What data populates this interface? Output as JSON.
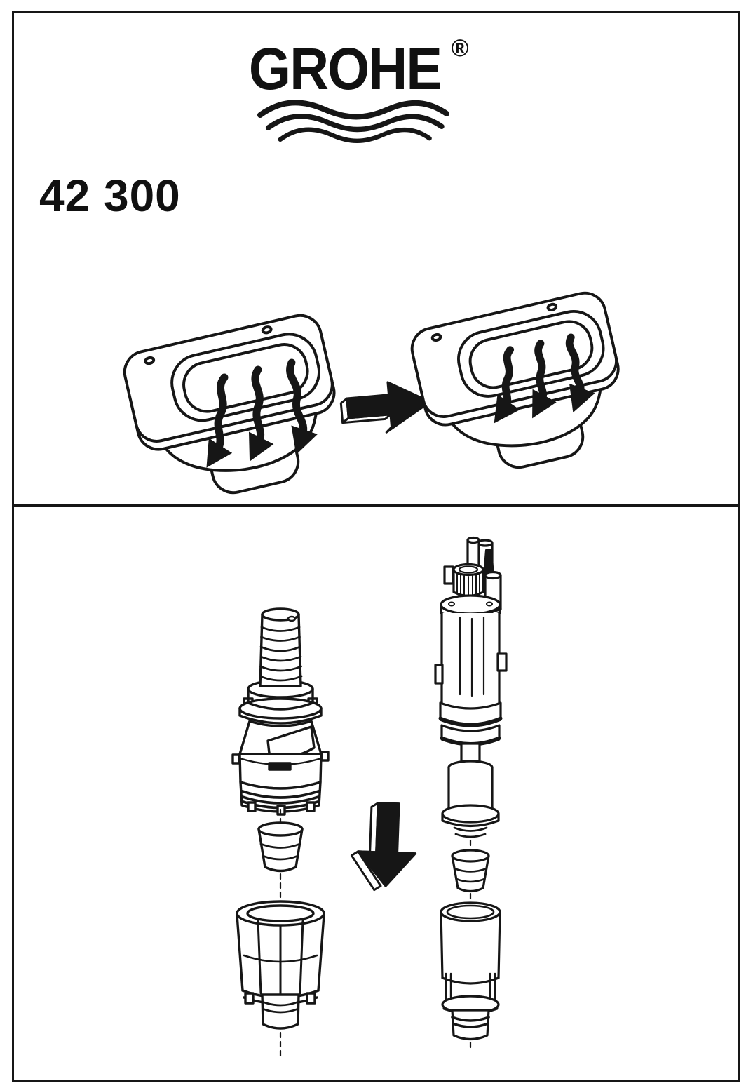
{
  "document": {
    "brand": {
      "name": "GROHE",
      "registered_mark": "®"
    },
    "part_number": "42 300"
  },
  "colors": {
    "ink": "#161616",
    "paper": "#ffffff"
  },
  "icons": {
    "logo_waves": "three-wavy-water-lines",
    "arrow_between_toilets": "3d-block-arrow-right",
    "arrow_between_valves": "3d-block-arrow-down"
  },
  "illustrations": {
    "top_left": "wall-hung-toilet-full-flush",
    "top_right": "wall-hung-toilet-reduced-flush",
    "bottom_left": "flush-valve-exploded-with-cone-seal-and-cage",
    "bottom_right": "flush-valve-exploded-with-cone-seal-and-outlet-tube"
  }
}
